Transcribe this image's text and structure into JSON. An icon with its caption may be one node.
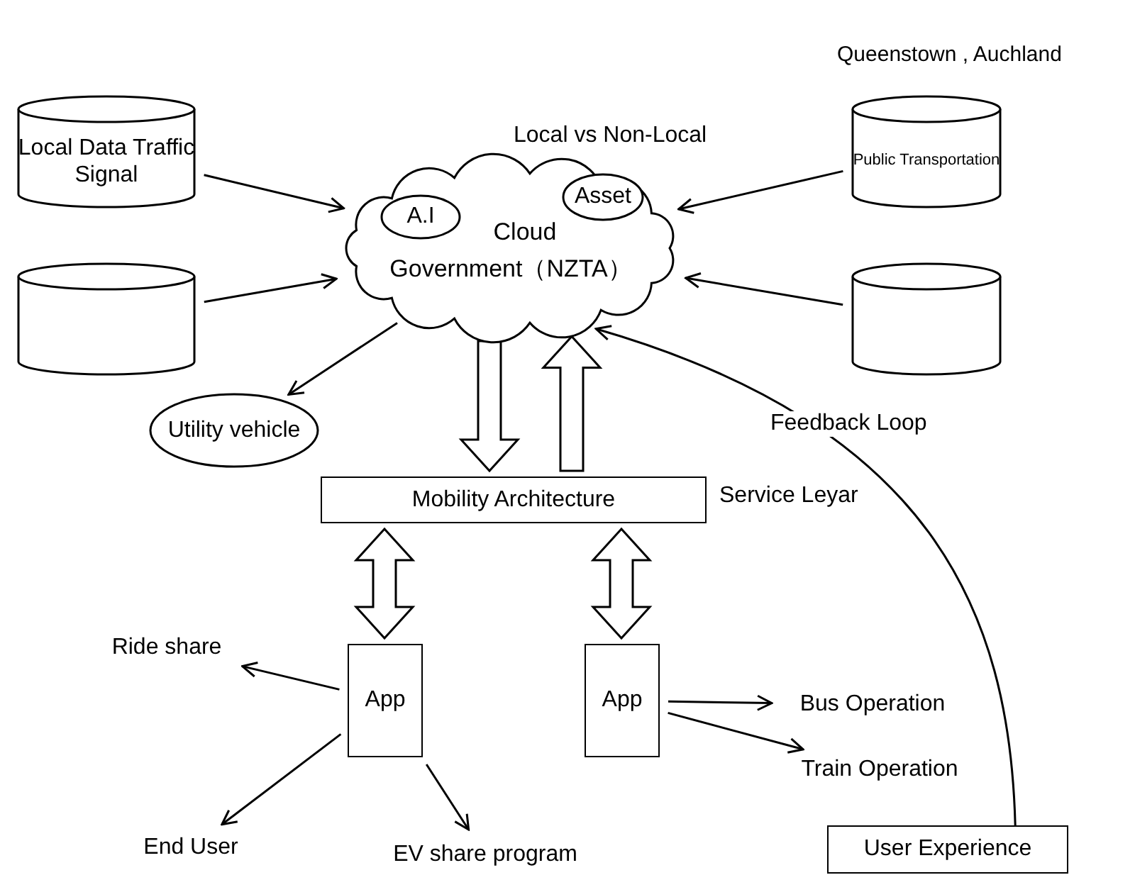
{
  "diagram": {
    "nodes": [
      {
        "text": [
          "Local Data Traffic Signal"
        ]
      },
      {
        "text": [
          "Cloud",
          "Government（NZTA）"
        ],
        "beside": [
          "Local vs Non-Local"
        ]
      },
      {
        "text": [
          "A.I"
        ],
        "in": 1
      },
      {
        "text": [
          "Asset"
        ],
        "in": 1
      },
      {
        "text": [
          "Public Transportation"
        ]
      },
      {
        "text": [],
        "shape": "cylinder"
      },
      {
        "text": [],
        "shape": "cylinder"
      },
      {
        "text": [
          "Utility vehicle"
        ]
      },
      {
        "text": [
          "Mobility Architecture"
        ],
        "beside": [
          "Service Leyar"
        ]
      },
      {
        "text": [
          "App"
        ]
      },
      {
        "text": [
          "App"
        ]
      },
      {
        "text": [
          "Ride share"
        ]
      },
      {
        "text": [
          "End User"
        ]
      },
      {
        "text": [
          "EV share program"
        ]
      },
      {
        "text": [
          "Bus Operation"
        ]
      },
      {
        "text": [
          "Train Operation"
        ]
      },
      {
        "text": [
          "User Experience"
        ]
      }
    ],
    "edges": [
      {
        "from": 0,
        "to": 1,
        "arrow": "to"
      },
      {
        "from": 5,
        "to": 1,
        "arrow": "to"
      },
      {
        "from": 4,
        "to": 1,
        "arrow": "to"
      },
      {
        "from": 6,
        "to": 1,
        "arrow": "to"
      },
      {
        "from": 1,
        "to": 7,
        "arrow": "to"
      },
      {
        "from": 1,
        "to": 8,
        "arrow": "to",
        "style": "thick"
      },
      {
        "from": 8,
        "to": 1,
        "arrow": "to",
        "style": "thick"
      },
      {
        "from": 8,
        "to": 9,
        "arrow": "both",
        "style": "thick"
      },
      {
        "from": 8,
        "to": 10,
        "arrow": "both",
        "style": "thick"
      },
      {
        "from": 9,
        "to": 11,
        "arrow": "to"
      },
      {
        "from": 9,
        "to": 12,
        "arrow": "to"
      },
      {
        "from": 9,
        "to": 13,
        "arrow": "to"
      },
      {
        "from": 10,
        "to": 14,
        "arrow": "to"
      },
      {
        "from": 10,
        "to": 15,
        "arrow": "to"
      },
      {
        "from": 16,
        "to": 1,
        "arrow": "to",
        "label": "Feedback Loop"
      }
    ],
    "labels": [
      "Queenstown , Auchland"
    ]
  }
}
